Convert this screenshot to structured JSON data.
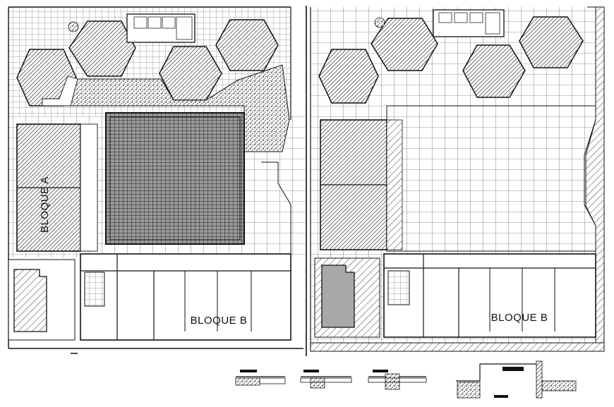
{
  "drawing": {
    "left_plan": {
      "bloque_a_label": "BLOQUE A",
      "bloque_b_label": "BLOQUE B"
    },
    "right_plan": {
      "bloque_b_label": "BLOQUE B"
    }
  },
  "colors": {
    "line": "#111111",
    "hatch": "#333333",
    "paper": "#ffffff"
  }
}
